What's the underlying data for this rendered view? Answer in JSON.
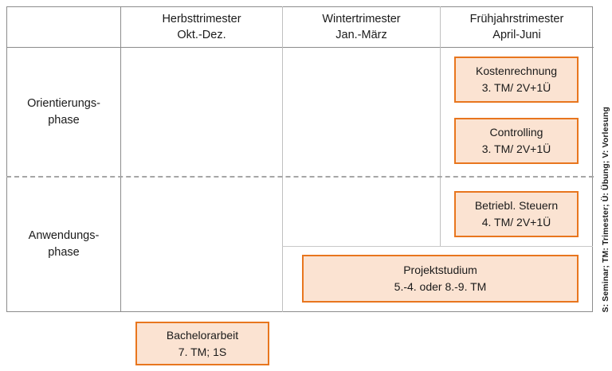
{
  "table": {
    "corner_cell": "",
    "columns": [
      {
        "title": "Herbsttrimester",
        "months": "Okt.-Dez."
      },
      {
        "title": "Wintertrimester",
        "months": "Jan.-März"
      },
      {
        "title": "Frühjahrstrimester",
        "months": "April-Juni"
      }
    ],
    "rows": [
      {
        "label_line1": "Orientierungs-",
        "label_line2": "phase"
      },
      {
        "label_line1": "Anwendungs-",
        "label_line2": "phase"
      }
    ]
  },
  "boxes": [
    {
      "id": "kostenrechnung",
      "title": "Kostenrechnung",
      "detail": "3. TM/ 2V+1Ü"
    },
    {
      "id": "controlling",
      "title": "Controlling",
      "detail": "3. TM/ 2V+1Ü"
    },
    {
      "id": "betriebliche-steuern",
      "title": "Betriebl. Steuern",
      "detail": "4. TM/ 2V+1Ü"
    },
    {
      "id": "projektstudium",
      "title": "Projektstudium",
      "detail": "5.-4. oder 8.-9. TM"
    },
    {
      "id": "bachelorarbeit",
      "title": "Bachelorarbeit",
      "detail": "7. TM; 1S"
    }
  ],
  "legend": {
    "text": "S: Seminar; TM: Trimester; Ü: Übung; V: Vorlesung"
  },
  "colors": {
    "box_fill": "#fbe3d2",
    "box_border": "#e8761e",
    "grid_strong": "#8c8c8c",
    "grid_light": "#bfbfbf",
    "dashed": "#a6a6a6"
  }
}
